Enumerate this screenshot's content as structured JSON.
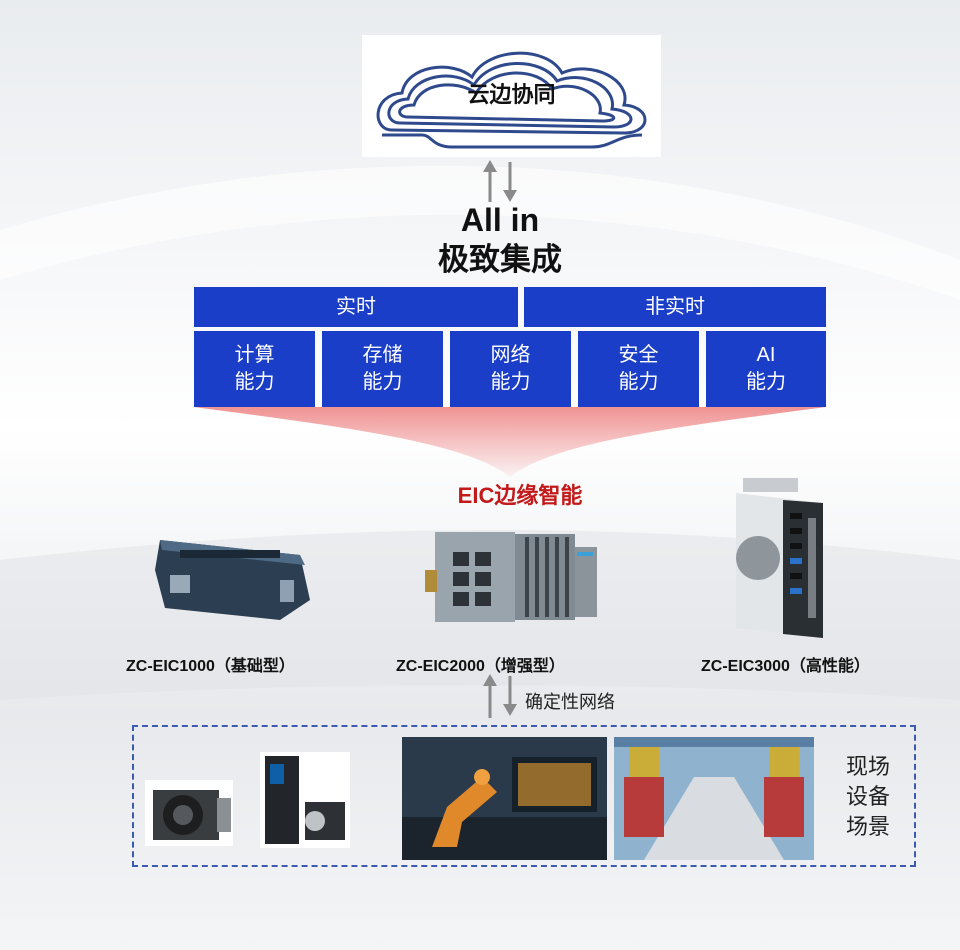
{
  "cloud": {
    "label": "云边协同"
  },
  "integration": {
    "title": "All in",
    "subtitle": "极致集成"
  },
  "realtime_bars": [
    {
      "label": "实时"
    },
    {
      "label": "非实时"
    }
  ],
  "capabilities": [
    {
      "line1": "计算",
      "line2": "能力"
    },
    {
      "line1": "存储",
      "line2": "能力"
    },
    {
      "line1": "网络",
      "line2": "能力"
    },
    {
      "line1": "安全",
      "line2": "能力"
    },
    {
      "line1": "AI",
      "line2": "能力"
    }
  ],
  "eic": {
    "title": "EIC边缘智能"
  },
  "devices": [
    {
      "name": "ZC-EIC1000（基础型）"
    },
    {
      "name": "ZC-EIC2000（增强型）"
    },
    {
      "name": "ZC-EIC3000（高性能）"
    }
  ],
  "network": {
    "label": "确定性网络"
  },
  "field": {
    "line1": "现场",
    "line2": "设备",
    "line3": "场景"
  },
  "colors": {
    "bar_blue": "#1a3ec8",
    "eic_red": "#c21a1a",
    "dash_border": "#3a5bb0"
  }
}
